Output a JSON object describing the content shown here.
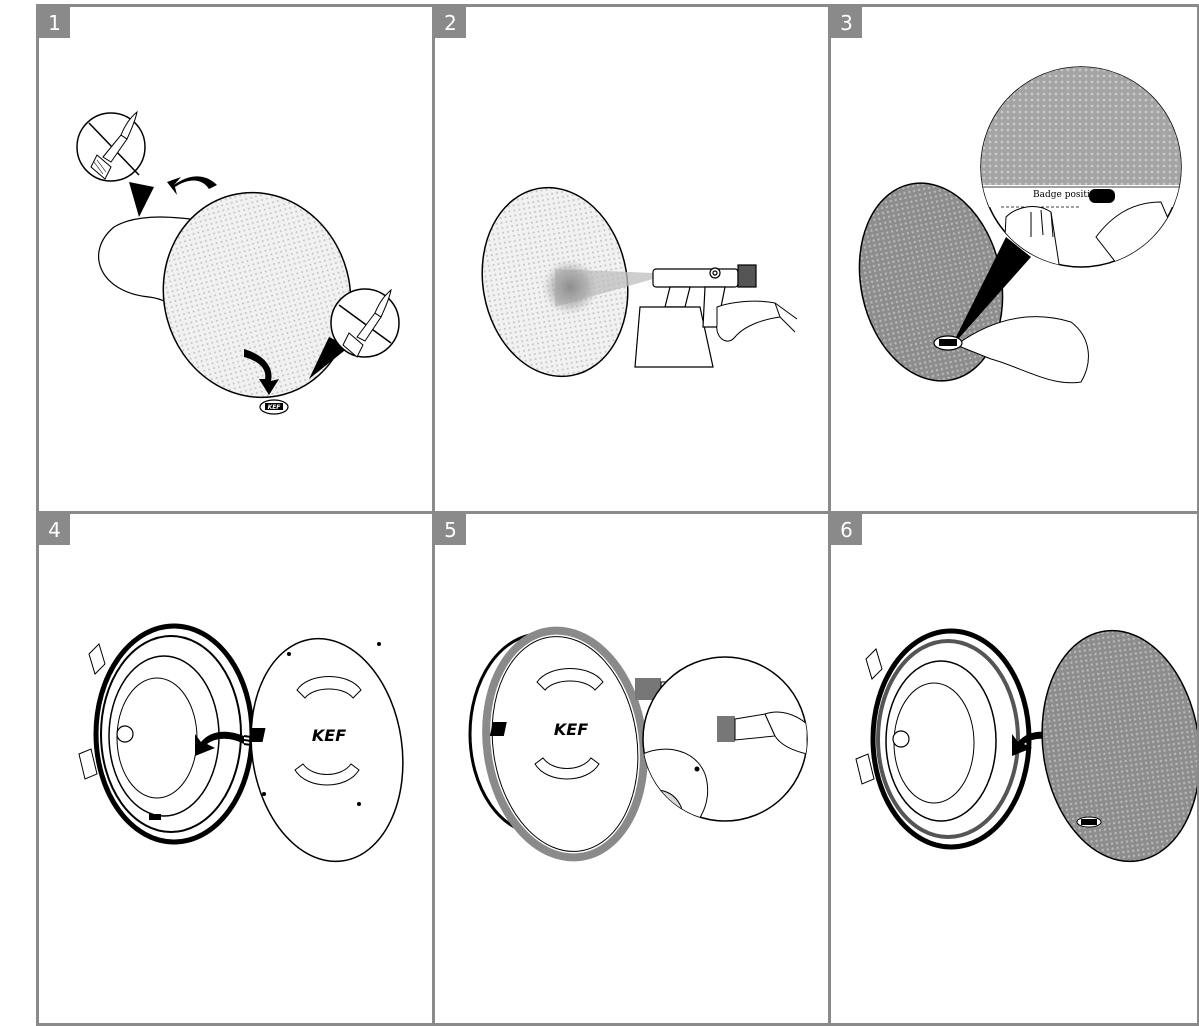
{
  "panels": [
    {
      "number": "1"
    },
    {
      "number": "2"
    },
    {
      "number": "3",
      "callout_label": "Badge position"
    },
    {
      "number": "4"
    },
    {
      "number": "5"
    },
    {
      "number": "6"
    }
  ],
  "logo_text": "KEF",
  "colors": {
    "frame": "#8a8a8a",
    "badge": "#8a8a8a",
    "grille_gray": "#9a9a9a",
    "grille_light": "#e6e6e6",
    "ink": "#000000"
  }
}
